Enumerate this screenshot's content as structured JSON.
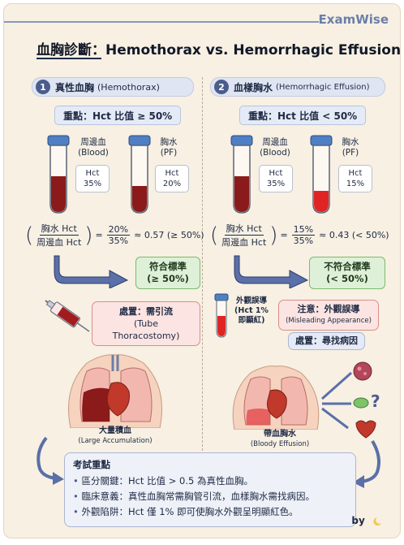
{
  "brand": "ExamWise",
  "title": "血胸診斷：Hemothorax vs. Hemorrhagic Effusion",
  "left": {
    "num": "1",
    "heading": "真性血胸",
    "heading_sub": "(Hemothorax)",
    "key": "重點：Hct 比值 ≥ 50%",
    "tube1_label": [
      "周邊血",
      "(Blood)"
    ],
    "tube1_bubble": [
      "Hct",
      "35%"
    ],
    "tube2_label": [
      "胸水",
      "(PF)"
    ],
    "tube2_bubble": [
      "Hct",
      "20%"
    ],
    "frac_top": "胸水 Hct",
    "frac_bot": "周邊血 Hct",
    "val_top": "20%",
    "val_bot": "35%",
    "result": "≈ 0.57 (≥ 50%)",
    "verdict": [
      "符合標準",
      "(≥ 50%)"
    ],
    "action": [
      "處置：需引流",
      "(Tube Thoracostomy)"
    ],
    "caption": "大量積血",
    "caption_sub": "(Large Accumulation)"
  },
  "right": {
    "num": "2",
    "heading": "血樣胸水",
    "heading_sub": "(Hemorrhagic Effusion)",
    "key": "重點：Hct 比值 < 50%",
    "tube1_label": [
      "周邊血",
      "(Blood)"
    ],
    "tube1_bubble": [
      "Hct",
      "35%"
    ],
    "tube2_label": [
      "胸水",
      "(PF)"
    ],
    "tube2_bubble": [
      "Hct",
      "15%"
    ],
    "frac_top": "胸水 Hct",
    "frac_bot": "周邊血 Hct",
    "val_top": "15%",
    "val_bot": "35%",
    "result": "≈ 0.43 (< 50%)",
    "verdict": [
      "不符合標準",
      "(< 50%)"
    ],
    "tube3_label": [
      "外觀誤導",
      "(Hct 1%",
      "即顯紅)"
    ],
    "warn": [
      "注意：外觀誤導",
      "(Misleading Appearance)"
    ],
    "action": "處置：尋找病因",
    "caption": "帶血胸水",
    "caption_sub": "(Bloody Effusion)"
  },
  "summary": {
    "heading": "考試重點",
    "items": [
      "區分關鍵：Hct 比值 > 0.5 為真性血胸。",
      "臨床意義：真性血胸常需胸管引流，血樣胸水需找病因。",
      "外觀陷阱：Hct 僅 1% 即可使胸水外觀呈明顯紅色。"
    ]
  },
  "signature": "by",
  "colors": {
    "blood_dark": "#8b1a1a",
    "blood_light": "#e02424",
    "cap_blue": "#4f7fc4",
    "accent": "#4a5d8c",
    "ok_green": "#7dbb6a",
    "warn_pink": "#d98f88",
    "arrow_blue": "#5b6fa8"
  }
}
